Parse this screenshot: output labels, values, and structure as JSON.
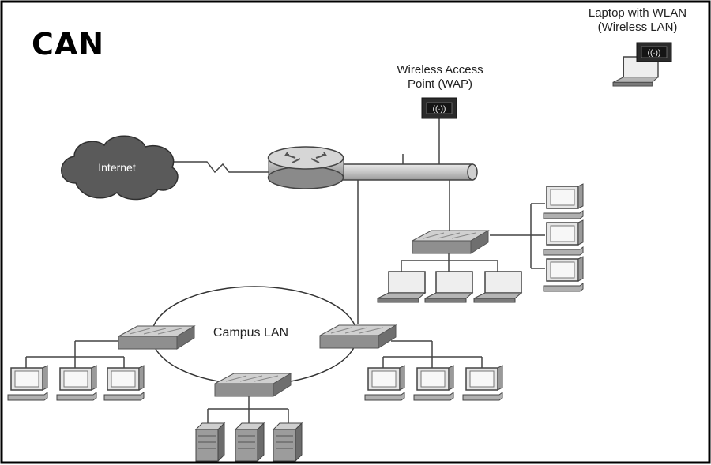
{
  "title": "CAN",
  "labels": {
    "laptop_line1": "Laptop with WLAN",
    "laptop_line2": "(Wireless LAN)",
    "wap_line1": "Wireless Access",
    "wap_line2": "Point (WAP)",
    "internet": "Internet",
    "campus_lan": "Campus LAN"
  },
  "icons": {
    "wap_glyph": "((·))",
    "laptop_wlan_glyph": "((·))"
  },
  "colors": {
    "device_gray": "#a9a9a9",
    "device_dark": "#6f6f6f",
    "cloud": "#5a5a5a",
    "line": "#444444",
    "wap_box": "#2b2b2b"
  }
}
